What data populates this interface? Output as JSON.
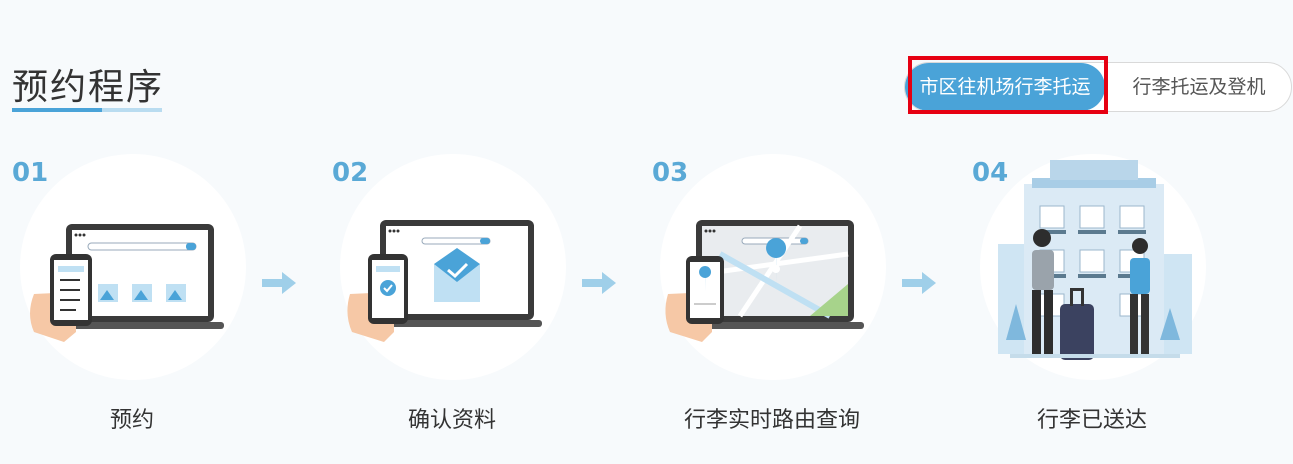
{
  "page": {
    "title": "预约程序"
  },
  "tabs": [
    {
      "label": "市区往机场行李托运",
      "active": true
    },
    {
      "label": "行李托运及登机",
      "active": false
    }
  ],
  "steps": [
    {
      "number": "01",
      "label": "预约",
      "illustration": "laptop-phone-booking"
    },
    {
      "number": "02",
      "label": "确认资料",
      "illustration": "laptop-phone-email-confirm"
    },
    {
      "number": "03",
      "label": "行李实时路由查询",
      "illustration": "laptop-phone-map-tracking"
    },
    {
      "number": "04",
      "label": "行李已送达",
      "illustration": "hotel-delivery"
    }
  ],
  "colors": {
    "accent": "#4aa3d8",
    "highlight": "#e60012",
    "step_number": "#5aa9d6"
  }
}
